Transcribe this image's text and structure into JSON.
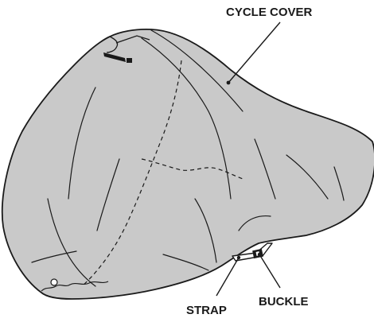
{
  "labels": {
    "cycle_cover": "CYCLE COVER",
    "strap": "STRAP",
    "buckle": "BUCKLE"
  },
  "colors": {
    "cover_fill": "#c9c9c9",
    "line": "#1a1a1a",
    "background": "#ffffff"
  }
}
